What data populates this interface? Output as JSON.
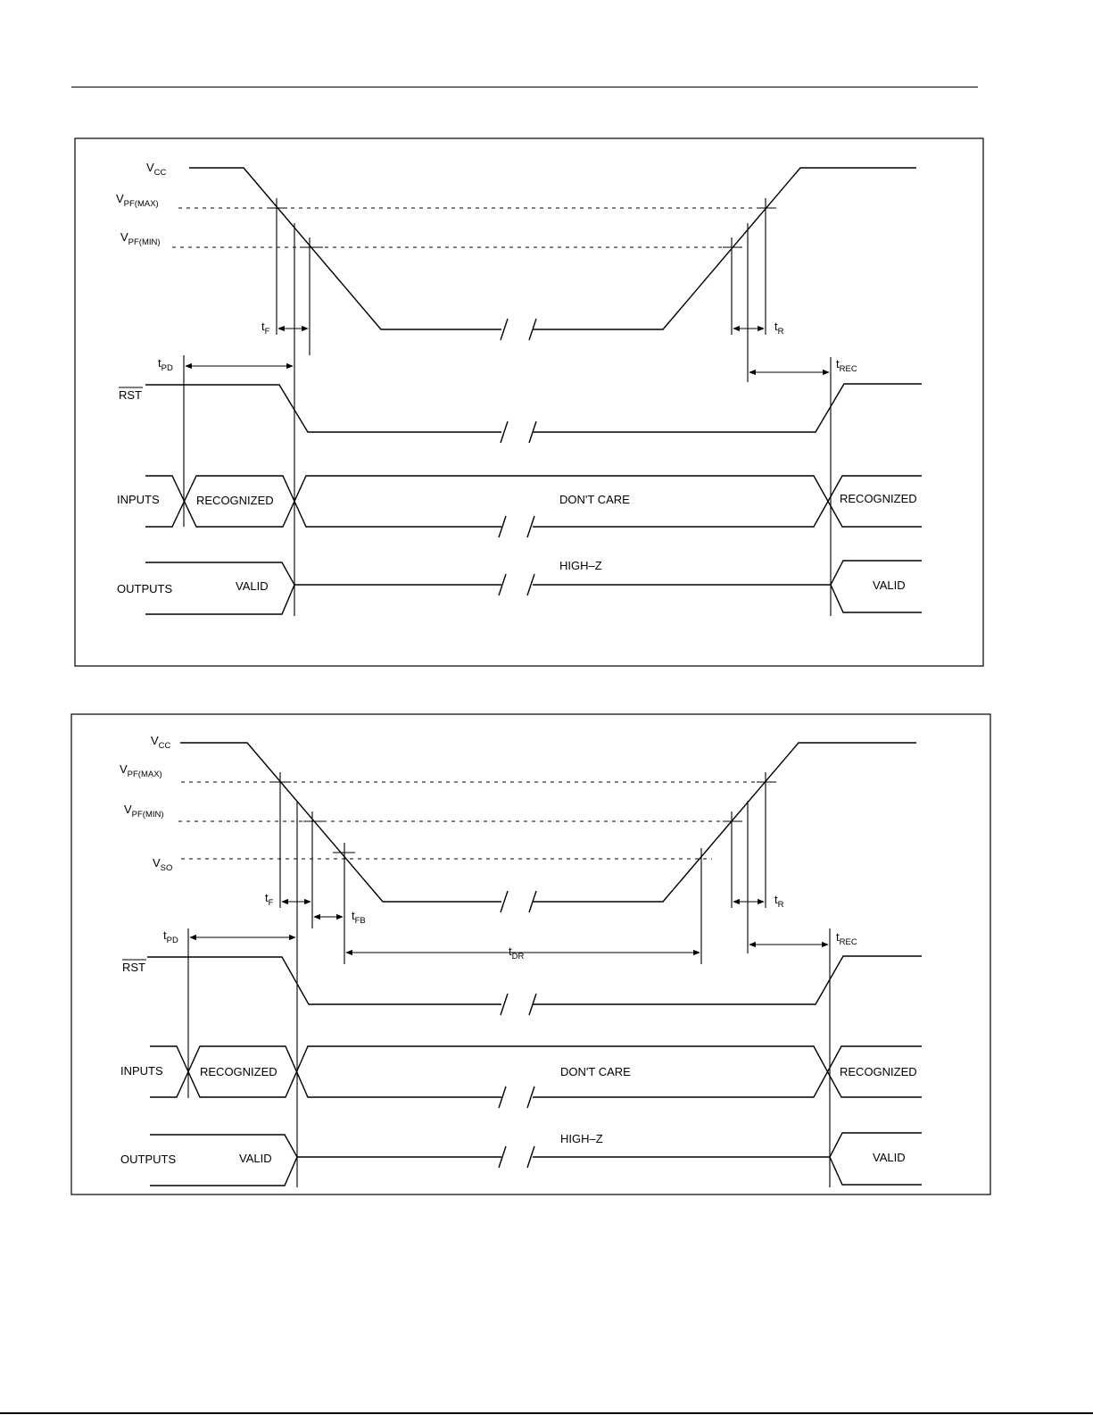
{
  "diagram1": {
    "signals": {
      "vcc": {
        "main": "V",
        "sub": "CC"
      },
      "vpf_max": {
        "main": "V",
        "sub": "PF(MAX)"
      },
      "vpf_min": {
        "main": "V",
        "sub": "PF(MIN)"
      },
      "rst": "RST",
      "inputs": "INPUTS",
      "outputs": "OUTPUTS"
    },
    "timing": {
      "tf": {
        "main": "t",
        "sub": "F"
      },
      "tr": {
        "main": "t",
        "sub": "R"
      },
      "tpd": {
        "main": "t",
        "sub": "PD"
      },
      "trec": {
        "main": "t",
        "sub": "REC"
      }
    },
    "states": {
      "recognized_left": "RECOGNIZED",
      "dont_care": "DON'T CARE",
      "recognized_right": "RECOGNIZED",
      "valid_left": "VALID",
      "high_z": "HIGH–Z",
      "valid_right": "VALID"
    }
  },
  "diagram2": {
    "signals": {
      "vcc": {
        "main": "V",
        "sub": "CC"
      },
      "vpf_max": {
        "main": "V",
        "sub": "PF(MAX)"
      },
      "vpf_min": {
        "main": "V",
        "sub": "PF(MIN)"
      },
      "vso": {
        "main": "V",
        "sub": "SO"
      },
      "rst": "RST",
      "inputs": "INPUTS",
      "outputs": "OUTPUTS"
    },
    "timing": {
      "tf": {
        "main": "t",
        "sub": "F"
      },
      "tfb": {
        "main": "t",
        "sub": "FB"
      },
      "tr": {
        "main": "t",
        "sub": "R"
      },
      "tpd": {
        "main": "t",
        "sub": "PD"
      },
      "tdr": {
        "main": "t",
        "sub": "DR"
      },
      "trec": {
        "main": "t",
        "sub": "REC"
      }
    },
    "states": {
      "recognized_left": "RECOGNIZED",
      "dont_care": "DON'T CARE",
      "recognized_right": "RECOGNIZED",
      "valid_left": "VALID",
      "high_z": "HIGH–Z",
      "valid_right": "VALID"
    }
  }
}
